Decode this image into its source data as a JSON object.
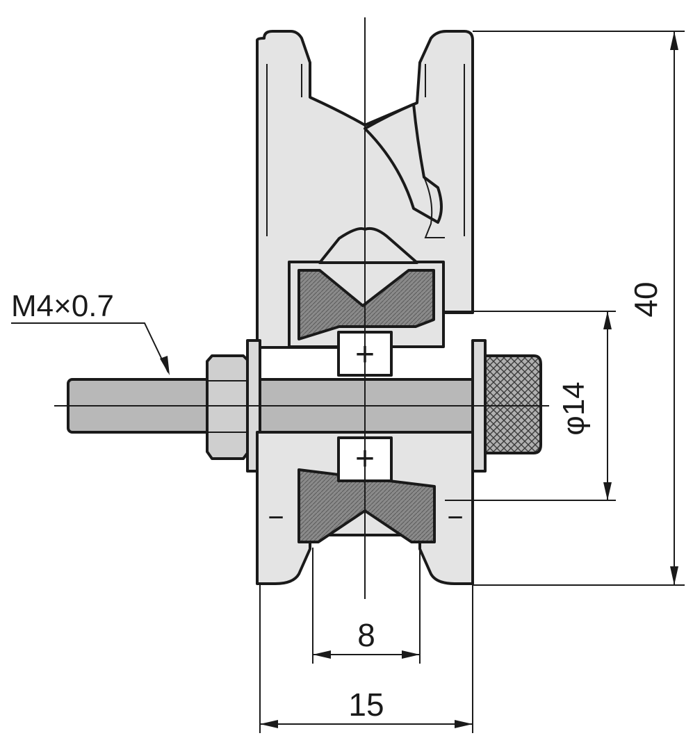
{
  "drawing": {
    "callout_thread": "M4×0.7",
    "dim_height": "40",
    "dim_bore_diameter": "φ14",
    "dim_groove_width": "8",
    "dim_total_width": "15",
    "center_mark": "+",
    "seal_mark": "−"
  },
  "colors": {
    "line": "#1a1a1a",
    "housing_fill": "#e4e4e4",
    "bearing_fill": "#8a8a8a",
    "shaft_fill": "#b8b8b8",
    "nut_fill": "#cfcfcf",
    "background": "#ffffff"
  }
}
